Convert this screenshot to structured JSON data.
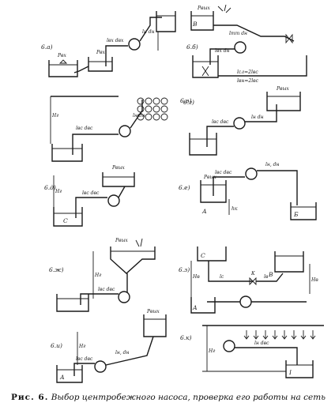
{
  "caption": {
    "figure_label": "Рис. 6.",
    "text": "Выбор центробежного насоса, проверка его работы на сеть"
  },
  "panels": {
    "a": {
      "tag": "6.а)",
      "labels": [
        "Рвх",
        "Рвх",
        "lвх dвх",
        "lн dн"
      ]
    },
    "b": {
      "tag": "6.б)",
      "labels": [
        "Рвых",
        "В",
        "lmm dн",
        "lвх dн",
        "lсл=2lвс",
        "lвн=2lвс"
      ]
    },
    "v": {
      "tag": "6.в)",
      "labels": [
        "Hг",
        "lвс dвс",
        "lн dн"
      ]
    },
    "g": {
      "tag": "6.г)",
      "labels": [
        "lвс dвс",
        "lн dн",
        "Рвых"
      ]
    },
    "d": {
      "tag": "6.д)",
      "labels": [
        "Hг",
        "Рвых",
        "lвс dвс",
        "С"
      ]
    },
    "e": {
      "tag": "6.е)",
      "labels": [
        "Рвых",
        "lвс dвс",
        "lн, dн",
        "hк",
        "А",
        "Б"
      ]
    },
    "zh": {
      "tag": "6.ж)",
      "labels": [
        "Рвых",
        "Hг",
        "lвс dвс"
      ]
    },
    "z": {
      "tag": "6.з)",
      "labels": [
        "С",
        "Hв",
        "lc",
        "lв",
        "К",
        "Hв",
        "А",
        "В"
      ]
    },
    "i": {
      "tag": "6.и)",
      "labels": [
        "Рвых",
        "Hг",
        "lвс dвс",
        "lн, dн",
        "А"
      ]
    },
    "k": {
      "tag": "6.к)",
      "labels": [
        "Hг",
        "lн dвс",
        "I"
      ]
    }
  }
}
